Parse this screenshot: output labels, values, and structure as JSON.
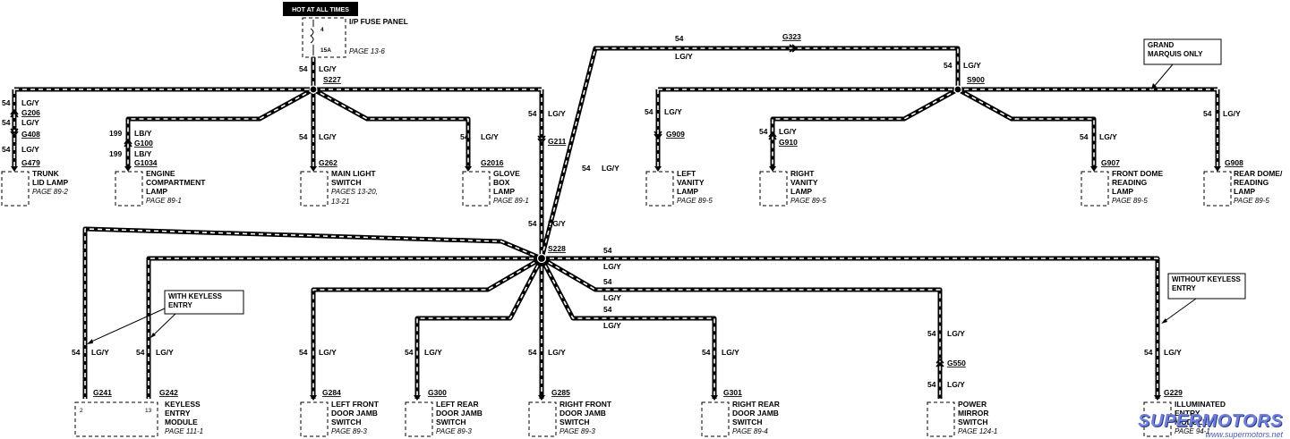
{
  "header": {
    "hot_label": "HOT AT ALL TIMES"
  },
  "fuse": {
    "title": "I/P FUSE PANEL",
    "page": "PAGE 13-6",
    "pin": "4",
    "rating": "15A"
  },
  "splices": {
    "s227": "S227",
    "s228": "S228",
    "s900": "S900"
  },
  "grounds": {
    "g206": "G206",
    "g408": "G408",
    "g479": "G479",
    "g100": "G100",
    "g1034": "G1034",
    "g262": "G262",
    "g2016": "G2016",
    "g211": "G211",
    "g323": "G323",
    "g909": "G909",
    "g910": "G910",
    "g907": "G907",
    "g908": "G908",
    "g241": "G241",
    "g242": "G242",
    "g284": "G284",
    "g300": "G300",
    "g285": "G285",
    "g301": "G301",
    "g550": "G550",
    "g229": "G229"
  },
  "wire": {
    "circuit": "54",
    "color": "LG/Y",
    "alt_circuit": "199",
    "alt_color": "LB/Y"
  },
  "components": {
    "trunk": {
      "name": "TRUNK LID LAMP",
      "page": "PAGE 89-2"
    },
    "engine": {
      "name": "ENGINE COMPARTMENT LAMP",
      "page": "PAGE 89-1"
    },
    "main_switch": {
      "name": "MAIN LIGHT SWITCH",
      "page": "PAGES 13-20, 13-21"
    },
    "glove": {
      "name": "GLOVE BOX LAMP",
      "page": "PAGE 89-1"
    },
    "left_vanity": {
      "name": "LEFT VANITY LAMP",
      "page": "PAGE 89-5"
    },
    "right_vanity": {
      "name": "RIGHT VANITY LAMP",
      "page": "PAGE 89-5"
    },
    "front_dome": {
      "name": "FRONT DOME READING LAMP",
      "page": "PAGE 89-5"
    },
    "rear_dome": {
      "name": "REAR DOME/ READING LAMP",
      "page": "PAGE 89-5"
    },
    "keyless": {
      "name": "KEYLESS ENTRY MODULE",
      "page": "PAGE 111-1",
      "pin_left": "2",
      "pin_right": "13"
    },
    "lf_door": {
      "name": "LEFT FRONT DOOR JAMB SWITCH",
      "page": "PAGE 89-3"
    },
    "lr_door": {
      "name": "LEFT REAR DOOR JAMB SWITCH",
      "page": "PAGE 89-3"
    },
    "rf_door": {
      "name": "RIGHT FRONT DOOR JAMB SWITCH",
      "page": "PAGE 89-3"
    },
    "rr_door": {
      "name": "RIGHT REAR DOOR JAMB SWITCH",
      "page": "PAGE 89-4"
    },
    "mirror": {
      "name": "POWER MIRROR SWITCH",
      "page": "PAGE 124-1"
    },
    "illum": {
      "name": "ILLUMINATED ENTRY MODULE",
      "page": "PAGE 94-1"
    }
  },
  "callouts": {
    "grand_marquis": "GRAND MARQUIS ONLY",
    "with_keyless": "WITH KEYLESS ENTRY",
    "without_keyless": "WITHOUT KEYLESS ENTRY"
  },
  "watermark": {
    "logo": "SUPERMOTORS",
    "url": "www.supermotors.net"
  }
}
